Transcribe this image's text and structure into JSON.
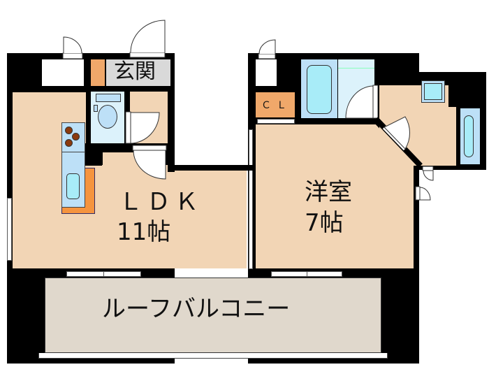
{
  "floorplan": {
    "rooms": {
      "entrance": {
        "label": "玄関"
      },
      "ldk": {
        "label": "ＬＤＫ",
        "size": "11帖"
      },
      "western_room": {
        "label": "洋室",
        "size": "7帖"
      },
      "closet": {
        "label": "ＣＬ"
      },
      "balcony": {
        "label": "ルーフバルコニー"
      }
    },
    "colors": {
      "floor": "#f2d5b5",
      "wet_area": "#bde0f7",
      "closet": "#f0a86a",
      "balcony": "#e0d8cc",
      "wall": "#000000",
      "counter": "#f5943f"
    }
  }
}
